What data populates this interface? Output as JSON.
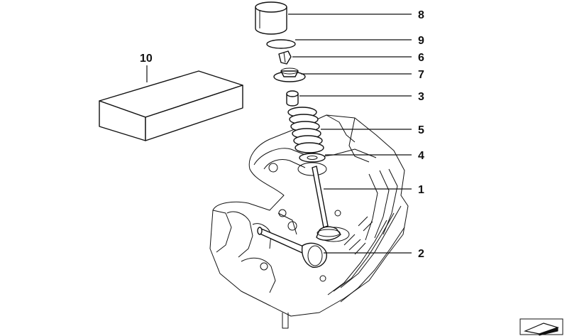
{
  "diagram": {
    "callouts": [
      {
        "id": "8",
        "label": "8"
      },
      {
        "id": "9",
        "label": "9"
      },
      {
        "id": "6",
        "label": "6"
      },
      {
        "id": "7",
        "label": "7"
      },
      {
        "id": "3",
        "label": "3"
      },
      {
        "id": "5",
        "label": "5"
      },
      {
        "id": "4",
        "label": "4"
      },
      {
        "id": "1",
        "label": "1"
      },
      {
        "id": "2",
        "label": "2"
      },
      {
        "id": "10",
        "label": "10"
      }
    ],
    "corner_icon": "catalog-page-icon"
  }
}
